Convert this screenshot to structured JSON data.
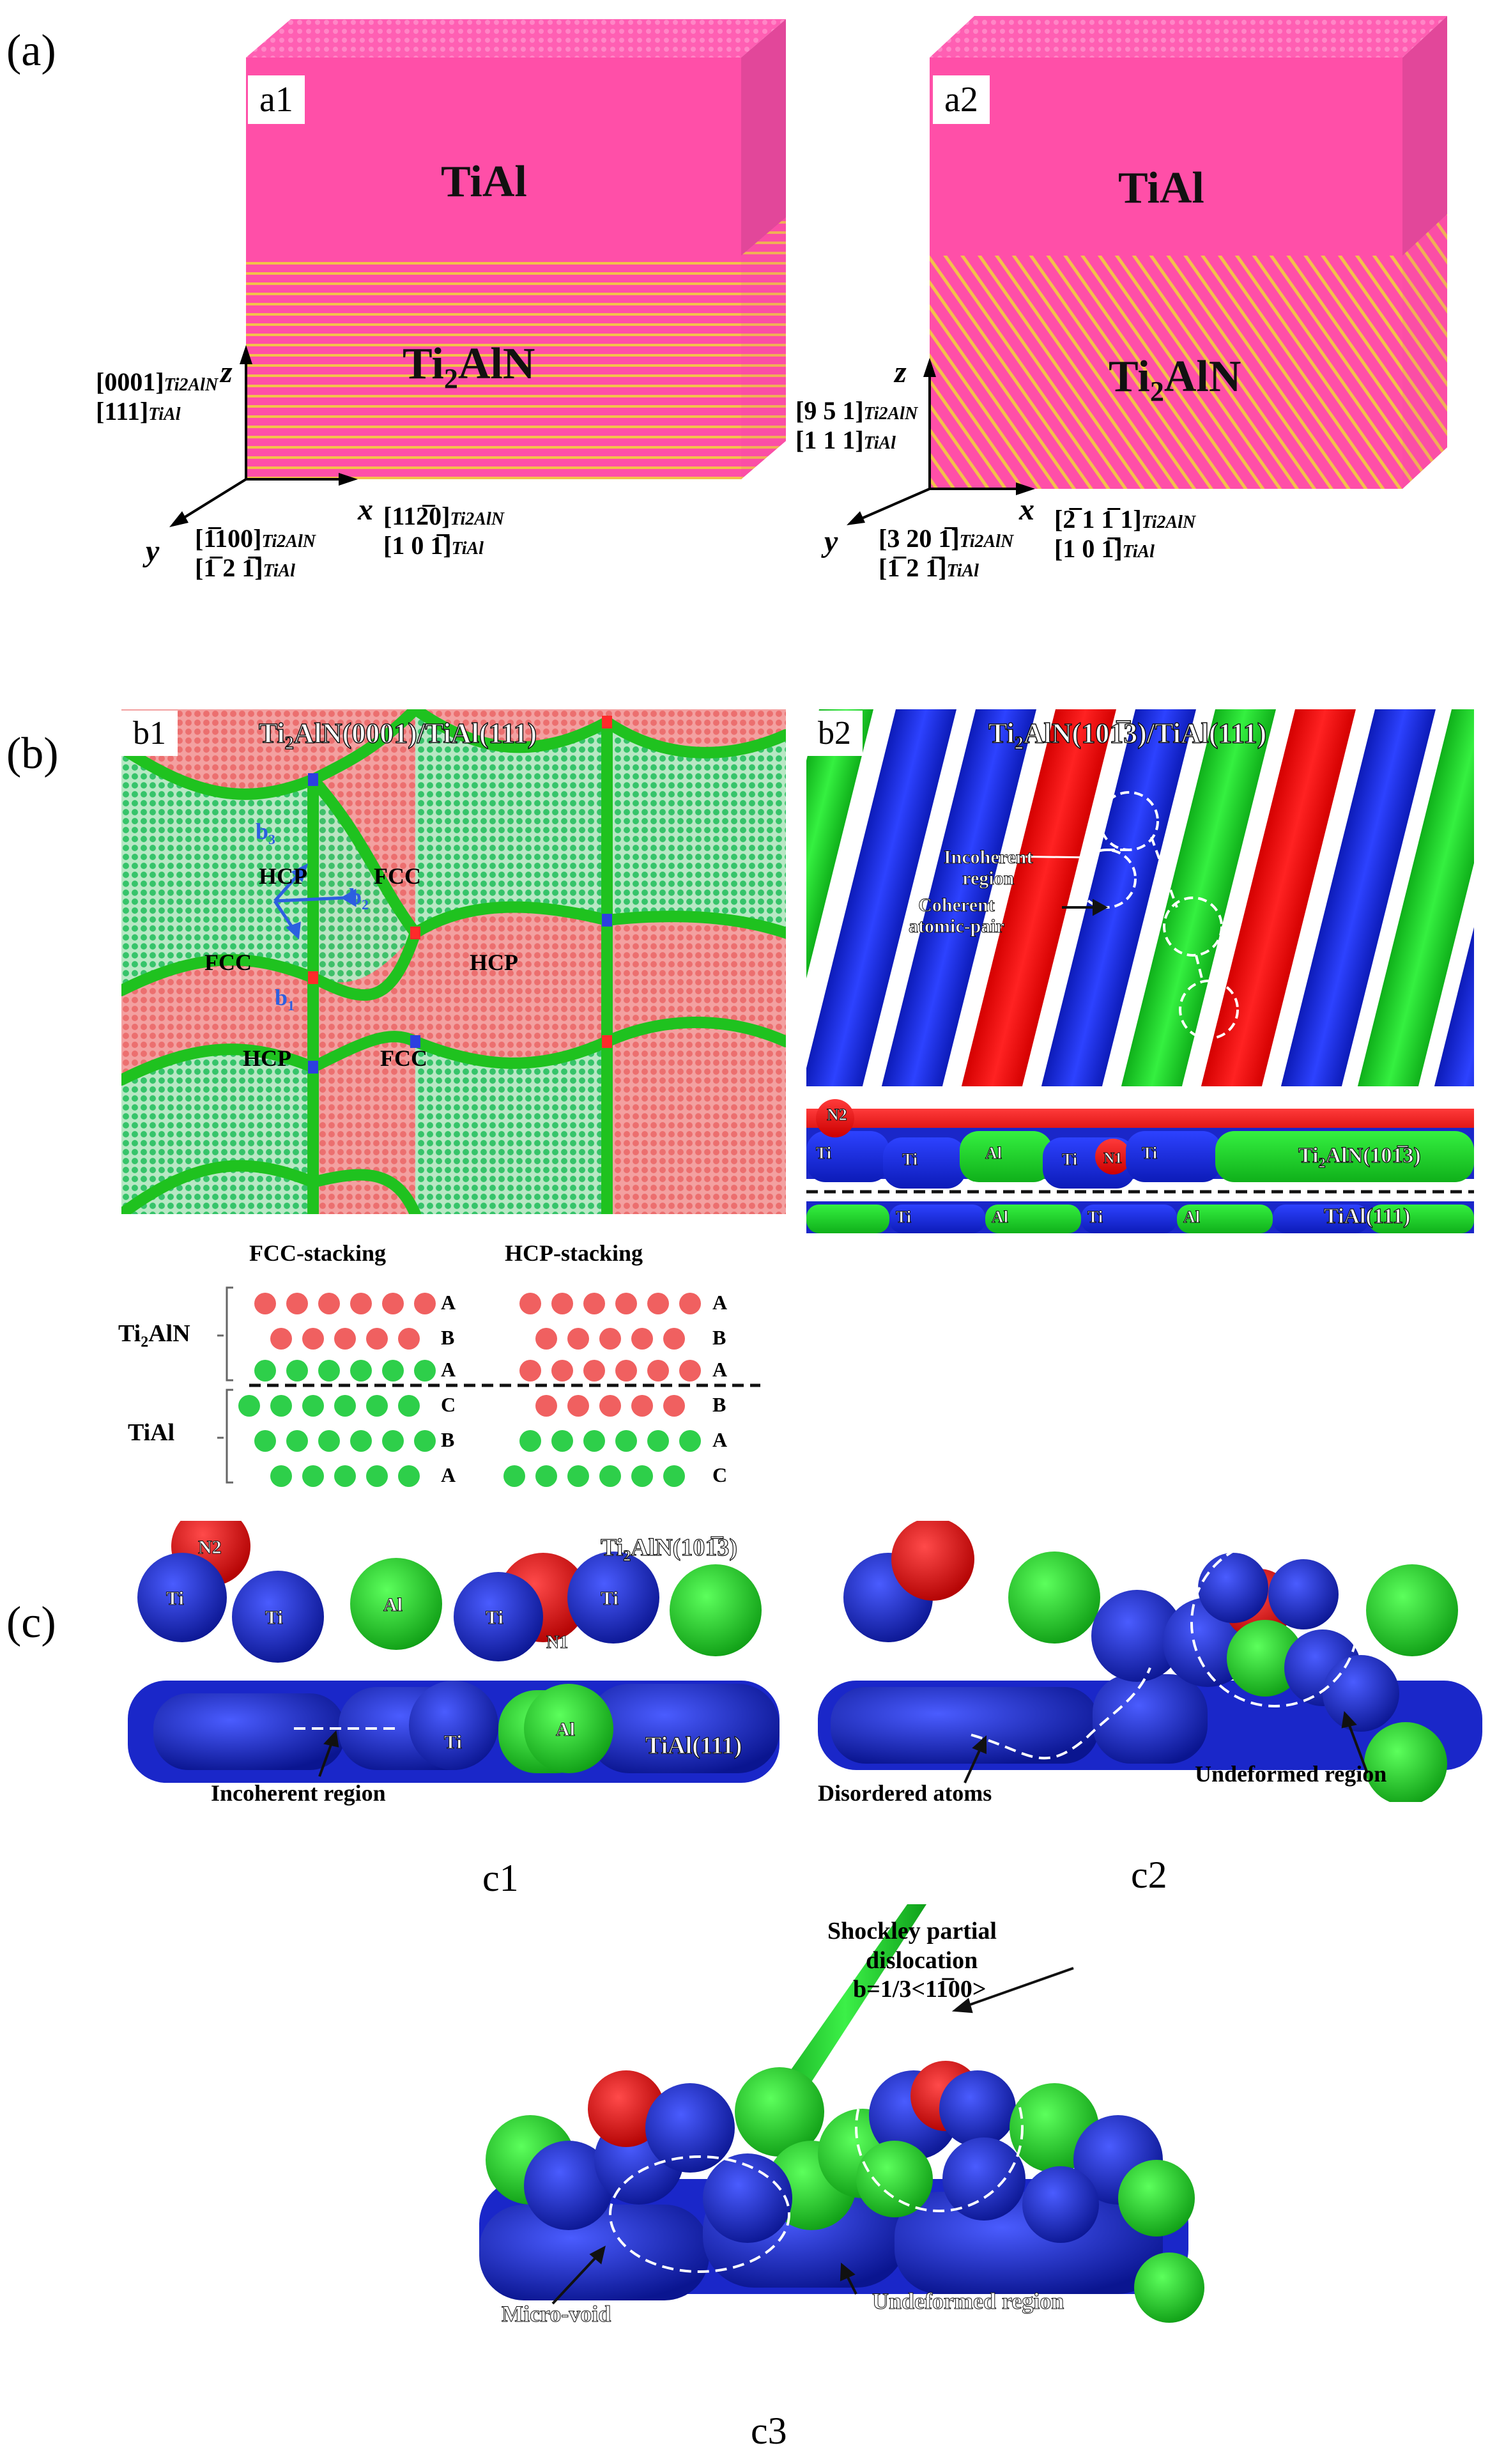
{
  "panels": {
    "a": "(a)",
    "b": "(b)",
    "c": "(c)"
  },
  "a1": {
    "label": "a1",
    "top_layer": "TiAl",
    "bottom_layer_main": "Ti",
    "bottom_layer_sub": "2",
    "bottom_layer_rest": "AlN",
    "z_axis": "z",
    "x_axis": "x",
    "y_axis": "y",
    "z_dir1": "[0001]",
    "z_dir1_sub": "Ti2AlN",
    "z_dir2": "[111]",
    "z_dir2_sub": "TiAl",
    "x_dir1": "[11¯2¯0]",
    "x_dir1_text": "[112̅0]",
    "x_dir1_sub": "Ti2AlN",
    "x_dir2_text": "[1 0 1̅]",
    "x_dir2_sub": "TiAl",
    "y_dir1_text": "[1̅100]",
    "y_dir1_sub": "Ti2AlN",
    "y_dir2_text": "[1̅ 2 1̅]",
    "y_dir2_sub": "TiAl"
  },
  "a2": {
    "label": "a2",
    "top_layer": "TiAl",
    "bottom_layer_main": "Ti",
    "bottom_layer_sub": "2",
    "bottom_layer_rest": "AlN",
    "z_axis": "z",
    "x_axis": "x",
    "y_axis": "y",
    "z_dir1_text": "[9 5 1]",
    "z_dir1_sub": "Ti2AlN",
    "z_dir2_text": "[1 1 1]",
    "z_dir2_sub": "TiAl",
    "x_dir1_text": "[2̅ 1 1̅ 1]",
    "x_dir1_sub": "Ti2AlN",
    "x_dir2_text": "[1 0 1̅]",
    "x_dir2_sub": "TiAl",
    "y_dir1_text": "[3 20 1̅]",
    "y_dir1_sub": "Ti2AlN",
    "y_dir2_text": "[1̅ 2 1̅]",
    "y_dir2_sub": "TiAl"
  },
  "b1": {
    "label": "b1",
    "title_a": "Ti",
    "title_sub": "2",
    "title_b": "AlN(0001)/TiAl(111)",
    "regions": [
      "HCP",
      "FCC",
      "FCC",
      "HCP",
      "HCP",
      "FCC"
    ],
    "vec_b1": "b",
    "vec_b1_sub": "1",
    "vec_b2": "b",
    "vec_b2_sub": "2",
    "vec_b3": "b",
    "vec_b3_sub": "3",
    "fcc_title": "FCC-stacking",
    "hcp_title": "HCP-stacking",
    "left_top_a": "Ti",
    "left_top_sub": "2",
    "left_top_b": "AlN",
    "left_bottom": "TiAl",
    "fcc_letters": [
      "A",
      "B",
      "A",
      "C",
      "B",
      "A"
    ],
    "hcp_letters": [
      "A",
      "B",
      "A",
      "B",
      "A",
      "C"
    ]
  },
  "b2": {
    "label": "b2",
    "title_a": "Ti",
    "title_sub": "2",
    "title_b": "AlN(101̅3)/TiAl(111)",
    "incoherent": "Incoherent region",
    "incoherent_l1": "Incoherent",
    "incoherent_l2": "region",
    "coherent_l1": "Coherent",
    "coherent_l2": "atomic-pair",
    "atoms_top": [
      "N2",
      "Ti",
      "Ti",
      "Al",
      "Ti",
      "N1",
      "Ti"
    ],
    "atoms_bottom": [
      "Ti",
      "Al",
      "Ti",
      "Al"
    ],
    "upper_name_a": "Ti",
    "upper_name_sub": "2",
    "upper_name_b": "AlN(101̅3)",
    "lower_name": "TiAl(111)"
  },
  "c1": {
    "caption": "c1",
    "atoms": [
      "N2",
      "Ti",
      "Ti",
      "Al",
      "Ti",
      "Ti",
      "N1",
      "Al",
      "Ti"
    ],
    "upper_name_a": "Ti",
    "upper_name_sub": "2",
    "upper_name_b": "AlN(101̅3)",
    "lower_name": "TiAl(111)",
    "note": "Incoherent region"
  },
  "c2": {
    "caption": "c2",
    "note_left": "Disordered atoms",
    "note_right": "Undeformed region"
  },
  "c3": {
    "caption": "c3",
    "shockley_l1": "Shockley partial",
    "shockley_l2": "dislocation",
    "shockley_l3": "b=1/3<11̅00>",
    "note_left": "Micro-void",
    "note_right": "Undeformed region"
  },
  "colors": {
    "pink": "#ff4fa8",
    "pink_dark": "#d8388a",
    "ti_blue": "#1f2fd6",
    "al_green": "#19d21f",
    "n_red": "#ff1010",
    "salmon": "#f07f7f",
    "mint": "#3bcf73"
  }
}
